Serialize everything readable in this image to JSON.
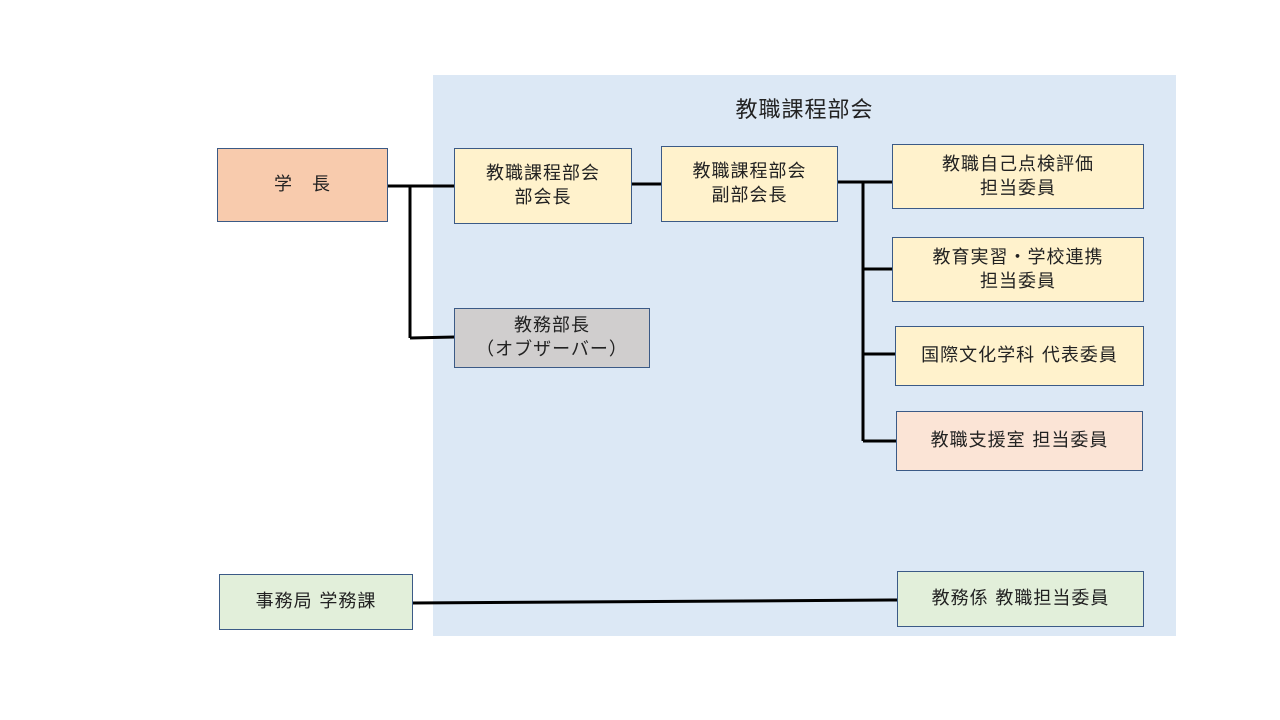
{
  "committee": {
    "title": "教職課程部会"
  },
  "nodes": {
    "president": {
      "label": "学　長"
    },
    "chair": {
      "line1": "教職課程部会",
      "line2": "部会長"
    },
    "vice_chair": {
      "line1": "教職課程部会",
      "line2": "副部会長"
    },
    "academic_affairs": {
      "line1": "教務部長",
      "line2": "（オブザーバー）"
    },
    "self_evaluation": {
      "line1": "教職自己点検評価",
      "line2": "担当委員"
    },
    "practicum": {
      "line1": "教育実習・学校連携",
      "line2": "担当委員"
    },
    "intl_culture": {
      "label": "国際文化学科 代表委員"
    },
    "support_office": {
      "label": "教職支援室 担当委員"
    },
    "admin_office": {
      "label": "事務局 学務課"
    },
    "academic_staff": {
      "label": "教務係 教職担当委員"
    }
  },
  "colors": {
    "region": "#dce8f5",
    "yellow": "#fff2cc",
    "salmon": "#f8cbad",
    "peach": "#fbe4d6",
    "gray": "#d0cece",
    "green": "#e2efda",
    "border": "#3b5a86"
  }
}
